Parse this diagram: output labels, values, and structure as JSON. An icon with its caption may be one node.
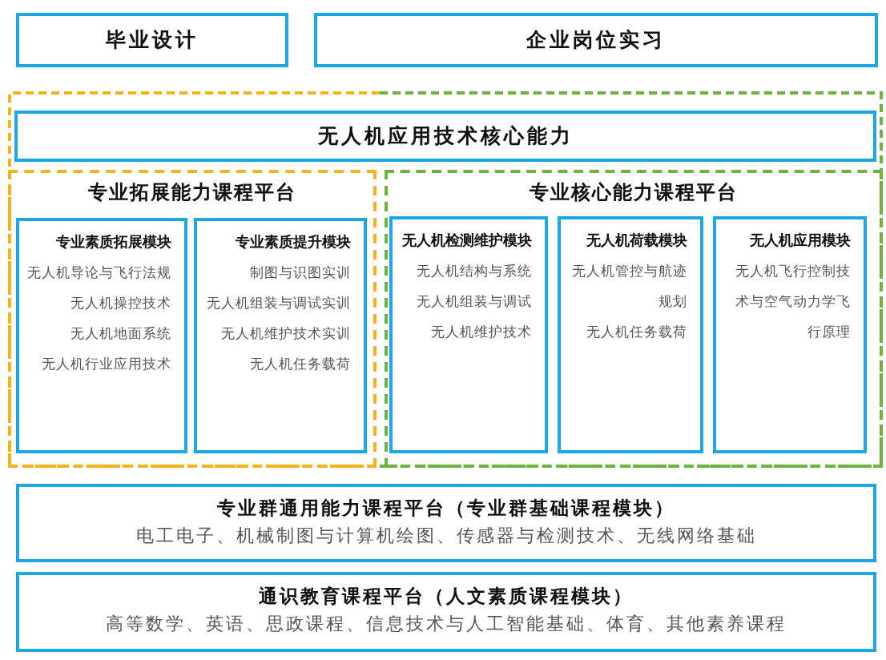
{
  "diagram": {
    "nodes": [
      {
        "text": [
          "毕业设计"
        ]
      },
      {
        "text": [
          "企业岗位实习"
        ]
      },
      {
        "text": [],
        "shape": "box"
      },
      {
        "text": [
          "无人机应用技术核心能力"
        ],
        "in": 2
      },
      {
        "text": [
          "专业拓展能力课程平台"
        ],
        "in": 2
      },
      {
        "text": [
          "专业素质拓展模块",
          "无人机导论与飞行法规",
          "无人机操控技术",
          "无人机地面系统",
          "无人机行业应用技术"
        ],
        "in": 4
      },
      {
        "text": [
          "专业素质提升模块",
          "制图与识图实训",
          "无人机组装与调试实训",
          "无人机维护技术实训",
          "无人机任务载荷"
        ],
        "in": 4
      },
      {
        "text": [
          "专业核心能力课程平台"
        ],
        "in": 2
      },
      {
        "text": [
          "无人机检测维护模块",
          "无人机结构与系统",
          "无人机组装与调试",
          "无人机维护技术"
        ],
        "in": 7
      },
      {
        "text": [
          "无人机荷载模块",
          "无人机管控与航迹规划",
          "无人机任务载荷"
        ],
        "in": 7
      },
      {
        "text": [
          "无人机应用模块",
          "无人机飞行控制技术与空气动力学飞行原理"
        ],
        "in": 7
      },
      {
        "text": [
          "专业群通用能力课程平台（专业群基础课程模块）",
          "电工电子、机械制图与计算机绘图、传感器与检测技术、无线网络基础"
        ]
      },
      {
        "text": [
          "通识教育课程平台（人文素质课程模块）",
          "高等数学、英语、思政课程、信息技术与人工智能基础、体育、其他素养课程"
        ]
      }
    ]
  }
}
